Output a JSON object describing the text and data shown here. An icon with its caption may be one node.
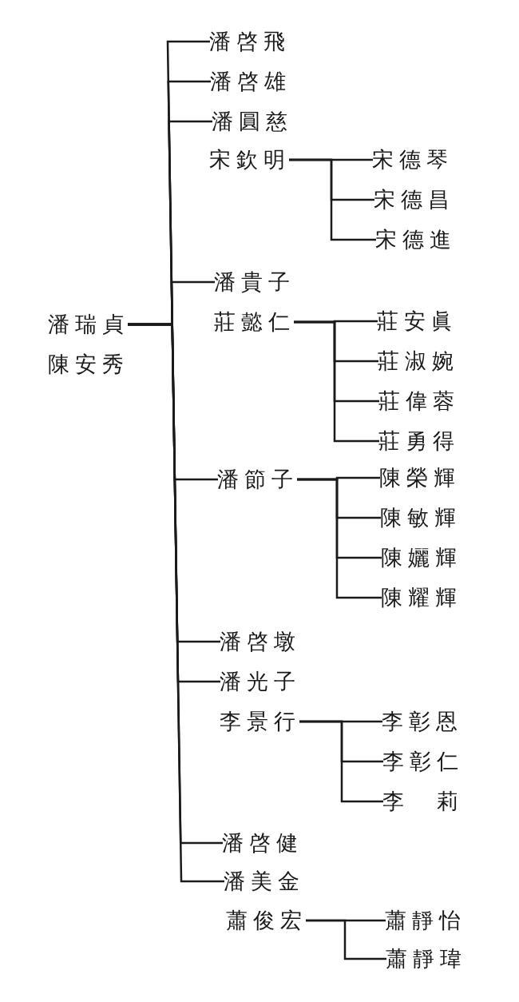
{
  "diagram": {
    "nodes": [
      {
        "text": [
          "潘瑞貞",
          "陳安秀"
        ]
      },
      {
        "text": [
          "潘啓飛"
        ]
      },
      {
        "text": [
          "潘啓雄"
        ]
      },
      {
        "text": [
          "潘圓慈"
        ]
      },
      {
        "text": [
          "宋欽明"
        ]
      },
      {
        "text": [
          "宋德琴"
        ]
      },
      {
        "text": [
          "宋德昌"
        ]
      },
      {
        "text": [
          "宋德進"
        ]
      },
      {
        "text": [
          "潘貴子"
        ]
      },
      {
        "text": [
          "莊懿仁"
        ]
      },
      {
        "text": [
          "莊安眞"
        ]
      },
      {
        "text": [
          "莊淑婉"
        ]
      },
      {
        "text": [
          "莊偉蓉"
        ]
      },
      {
        "text": [
          "莊勇得"
        ]
      },
      {
        "text": [
          "潘節子"
        ]
      },
      {
        "text": [
          "陳榮輝"
        ]
      },
      {
        "text": [
          "陳敏輝"
        ]
      },
      {
        "text": [
          "陳孋輝"
        ]
      },
      {
        "text": [
          "陳耀輝"
        ]
      },
      {
        "text": [
          "潘啓墩"
        ]
      },
      {
        "text": [
          "潘光子"
        ]
      },
      {
        "text": [
          "李景行"
        ]
      },
      {
        "text": [
          "李彰恩"
        ]
      },
      {
        "text": [
          "李彰仁"
        ]
      },
      {
        "text": [
          "李　莉"
        ]
      },
      {
        "text": [
          "潘啓健"
        ]
      },
      {
        "text": [
          "潘美金"
        ]
      },
      {
        "text": [
          "蕭俊宏"
        ]
      },
      {
        "text": [
          "蕭靜怡"
        ]
      },
      {
        "text": [
          "蕭靜瑋"
        ]
      }
    ],
    "edges": [
      {
        "from": 0,
        "to": 1,
        "arrow": "none"
      },
      {
        "from": 0,
        "to": 2,
        "arrow": "none"
      },
      {
        "from": 0,
        "to": 3,
        "arrow": "none"
      },
      {
        "from": 0,
        "to": 8,
        "arrow": "none"
      },
      {
        "from": 0,
        "to": 14,
        "arrow": "none"
      },
      {
        "from": 0,
        "to": 19,
        "arrow": "none"
      },
      {
        "from": 0,
        "to": 20,
        "arrow": "none"
      },
      {
        "from": 0,
        "to": 25,
        "arrow": "none"
      },
      {
        "from": 0,
        "to": 26,
        "arrow": "none"
      },
      {
        "from": 4,
        "to": 5,
        "arrow": "none"
      },
      {
        "from": 4,
        "to": 6,
        "arrow": "none"
      },
      {
        "from": 4,
        "to": 7,
        "arrow": "none"
      },
      {
        "from": 9,
        "to": 10,
        "arrow": "none"
      },
      {
        "from": 9,
        "to": 11,
        "arrow": "none"
      },
      {
        "from": 9,
        "to": 12,
        "arrow": "none"
      },
      {
        "from": 9,
        "to": 13,
        "arrow": "none"
      },
      {
        "from": 14,
        "to": 15,
        "arrow": "none"
      },
      {
        "from": 14,
        "to": 16,
        "arrow": "none"
      },
      {
        "from": 14,
        "to": 17,
        "arrow": "none"
      },
      {
        "from": 14,
        "to": 18,
        "arrow": "none"
      },
      {
        "from": 21,
        "to": 22,
        "arrow": "none"
      },
      {
        "from": 21,
        "to": 23,
        "arrow": "none"
      },
      {
        "from": 21,
        "to": 24,
        "arrow": "none"
      },
      {
        "from": 27,
        "to": 28,
        "arrow": "none"
      },
      {
        "from": 27,
        "to": 29,
        "arrow": "none"
      }
    ]
  }
}
